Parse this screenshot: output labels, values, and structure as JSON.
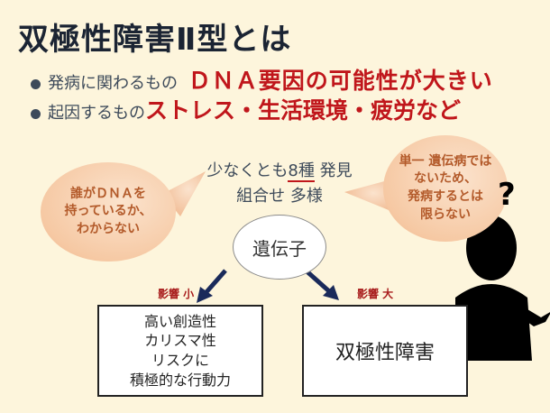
{
  "title": "双極性障害Ⅱ型とは",
  "bullets": [
    {
      "label": "発病に関わるもの",
      "emphasis": "ＤＮＡ要因の可能性が大きい"
    },
    {
      "label": "起因するもの",
      "emphasis": "ストレス・生活環境・疲労など"
    }
  ],
  "genes_found": {
    "prefix": "少なくとも",
    "count": "8種",
    "suffix": " 発見"
  },
  "combination": "組合せ 多様",
  "left_bubble": [
    "誰がＤＮＡを",
    "持っているか、",
    "わからない"
  ],
  "right_bubble": [
    "単一 遺伝病では",
    "ないため、",
    "発病するとは",
    "限らない"
  ],
  "center": "遺伝子",
  "left_label": "影響 小",
  "right_label": "影響 大",
  "left_box": [
    "高い創造性",
    "カリスマ性",
    "リスクに",
    "積極的な行動力"
  ],
  "right_box": "双極性障害",
  "question_mark": "?"
}
